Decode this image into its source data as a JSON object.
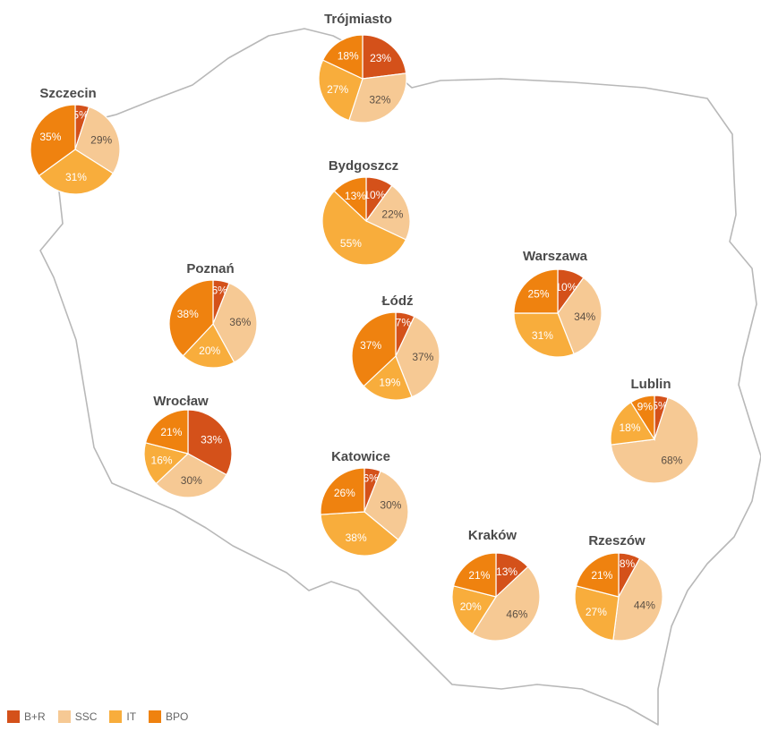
{
  "colors": {
    "B+R": "#d4511a",
    "SSC": "#f6c994",
    "IT": "#f8ad3c",
    "BPO": "#ef820f"
  },
  "legend": {
    "items": [
      {
        "key": "B+R",
        "label": "B+R"
      },
      {
        "key": "SSC",
        "label": "SSC"
      },
      {
        "key": "IT",
        "label": "IT"
      },
      {
        "key": "BPO",
        "label": "BPO"
      }
    ]
  },
  "chart_data": {
    "type": "pie",
    "categories": [
      "B+R",
      "SSC",
      "IT",
      "BPO"
    ],
    "pies": [
      {
        "city": "Trójmiasto",
        "values": [
          23,
          32,
          27,
          18
        ]
      },
      {
        "city": "Szczecin",
        "values": [
          5,
          29,
          31,
          35
        ]
      },
      {
        "city": "Bydgoszcz",
        "values": [
          10,
          22,
          55,
          13
        ]
      },
      {
        "city": "Poznań",
        "values": [
          6,
          36,
          20,
          38
        ]
      },
      {
        "city": "Łódź",
        "values": [
          7,
          37,
          19,
          37
        ]
      },
      {
        "city": "Warszawa",
        "values": [
          10,
          34,
          31,
          25
        ]
      },
      {
        "city": "Wrocław",
        "values": [
          33,
          30,
          16,
          21
        ]
      },
      {
        "city": "Lublin",
        "values": [
          5,
          68,
          18,
          9
        ]
      },
      {
        "city": "Katowice",
        "values": [
          6,
          30,
          38,
          26
        ]
      },
      {
        "city": "Kraków",
        "values": [
          13,
          46,
          20,
          21
        ]
      },
      {
        "city": "Rzeszów",
        "values": [
          8,
          44,
          27,
          21
        ]
      }
    ]
  }
}
